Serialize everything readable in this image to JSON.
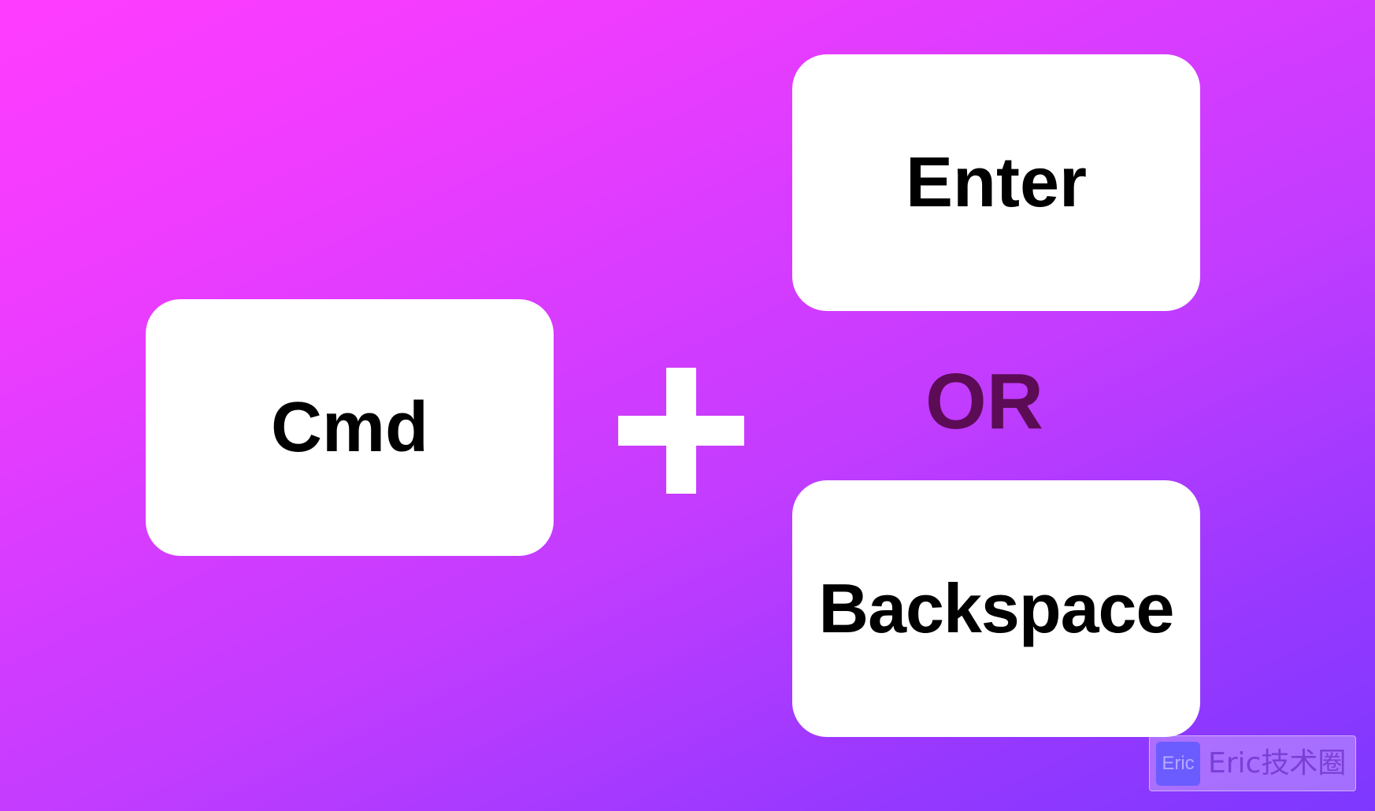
{
  "keys": {
    "cmd": "Cmd",
    "enter": "Enter",
    "backspace": "Backspace"
  },
  "operators": {
    "plus_icon": "plus-icon",
    "or_label": "OR"
  },
  "watermark": {
    "logo_text": "Eric",
    "text": "Eric技术圈"
  },
  "colors": {
    "background_start": "#ff3cff",
    "background_end": "#7d38ff",
    "key_background": "#ffffff",
    "key_text": "#000000",
    "or_text": "#5b0c55"
  }
}
